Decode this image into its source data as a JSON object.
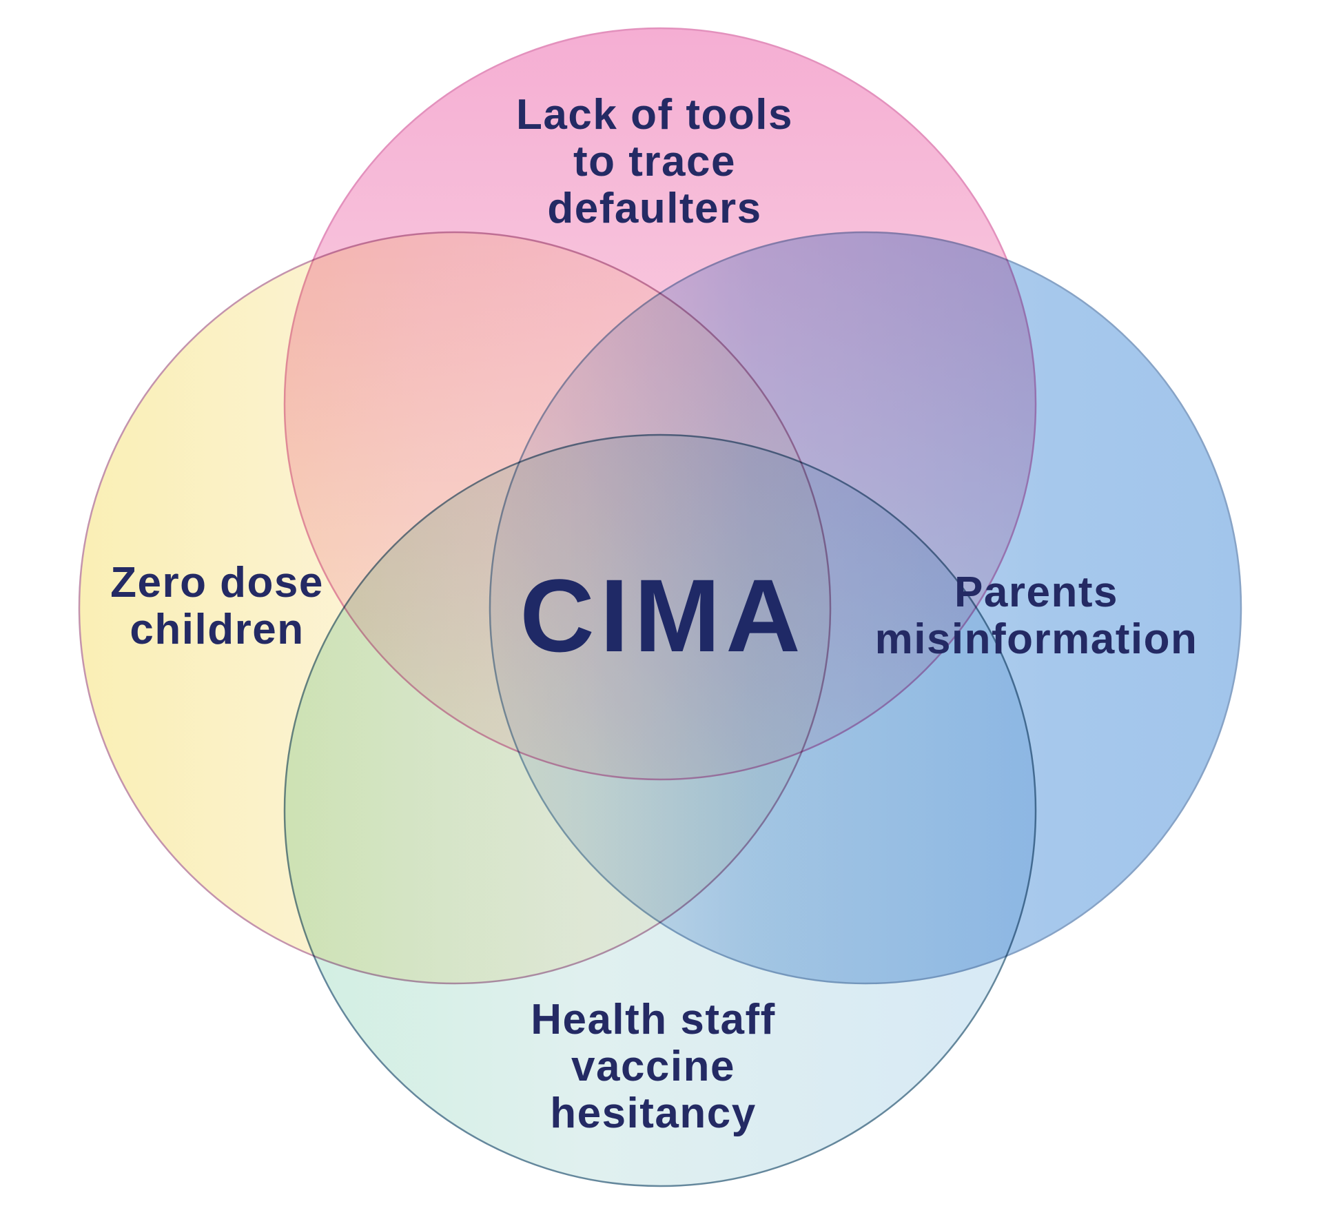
{
  "diagram": {
    "type": "venn",
    "background": "#ffffff",
    "center_title": "CIMA",
    "center_title_color": "#1f2966",
    "label_color": "#242a64",
    "circles": [
      {
        "id": "lack-of-tools",
        "label": "Lack of tools\nto trace\ndefaulters",
        "position": "top",
        "stroke": "#e391bd",
        "stops": {
          "s0": "#f5aed3",
          "s1": "#f8c6dd",
          "s2": "#fdeef0"
        }
      },
      {
        "id": "zero-dose-children",
        "label": "Zero dose\nchildren",
        "position": "left",
        "stroke": "#c493ad",
        "stops": {
          "s0": "#faefb5",
          "s1": "#fcf4da",
          "s2": "#fef9f2"
        }
      },
      {
        "id": "parents-misinformation",
        "label": "Parents\nmisinformation",
        "position": "right",
        "stroke": "#87a3c6",
        "stops": {
          "s0": "#eef0fa",
          "s1": "#bcd4f0",
          "s2": "#a6c8ec",
          "s3": "#a2c5eb"
        }
      },
      {
        "id": "health-staff-vaccine-hesitancy",
        "label": "Health staff\nvaccine\nhesitancy",
        "position": "bottom",
        "stroke": "#64879c",
        "stops": {
          "s0": "#d1efe1",
          "s1": "#e0f0ef",
          "s2": "#d7e9f6"
        }
      }
    ]
  }
}
